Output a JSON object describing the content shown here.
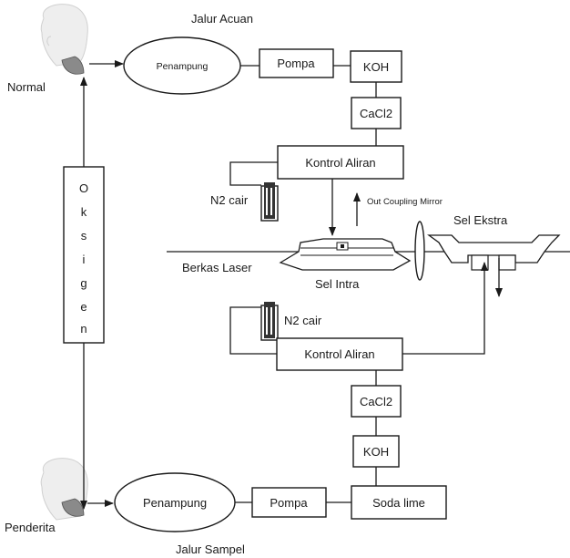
{
  "labels": {
    "jalur_acuan": "Jalur Acuan",
    "jalur_sampel": "Jalur Sampel",
    "normal": "Normal",
    "penderita": "Penderita",
    "penampung_top": "Penampung",
    "penampung_bottom": "Penampung",
    "pompa_top": "Pompa",
    "pompa_bottom": "Pompa",
    "koh_top": "KOH",
    "koh_bottom": "KOH",
    "cacl2_top": "CaCl2",
    "cacl2_bottom": "CaCl2",
    "kontrol_top": "Kontrol Aliran",
    "kontrol_bottom": "Kontrol Aliran",
    "n2_top": "N2 cair",
    "n2_bottom": "N2 cair",
    "out_coupling": "Out Coupling Mirror",
    "sel_ekstra": "Sel Ekstra",
    "berkas_laser": "Berkas Laser",
    "sel_intra": "Sel Intra",
    "soda_lime": "Soda lime",
    "oksigen": [
      "O",
      "k",
      "s",
      "i",
      "g",
      "e",
      "n"
    ]
  }
}
